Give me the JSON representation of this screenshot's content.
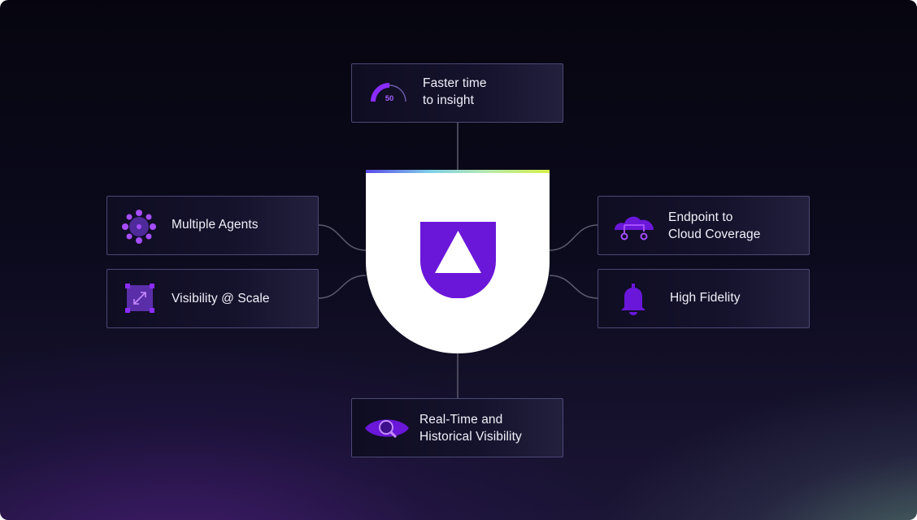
{
  "colors": {
    "accent": "#6a17d9",
    "accent_bright": "#8a2cff",
    "card_border": "#4b4874",
    "connector": "#5c5a6e"
  },
  "center": {
    "logo": "brand-shield-logo"
  },
  "cards": {
    "faster": {
      "label": "Faster time\nto insight",
      "gauge_value": "50",
      "icon": "gauge-icon"
    },
    "agents": {
      "label": "Multiple Agents",
      "icon": "network-nodes-icon"
    },
    "visibility_scale": {
      "label": "Visibility @ Scale",
      "icon": "expand-arrows-icon"
    },
    "endpoint": {
      "label": "Endpoint to\nCloud Coverage",
      "icon": "cloud-network-icon"
    },
    "fidelity": {
      "label": "High Fidelity",
      "icon": "bell-icon"
    },
    "realtime": {
      "label": "Real-Time and\nHistorical Visibility",
      "icon": "eye-search-icon"
    }
  }
}
